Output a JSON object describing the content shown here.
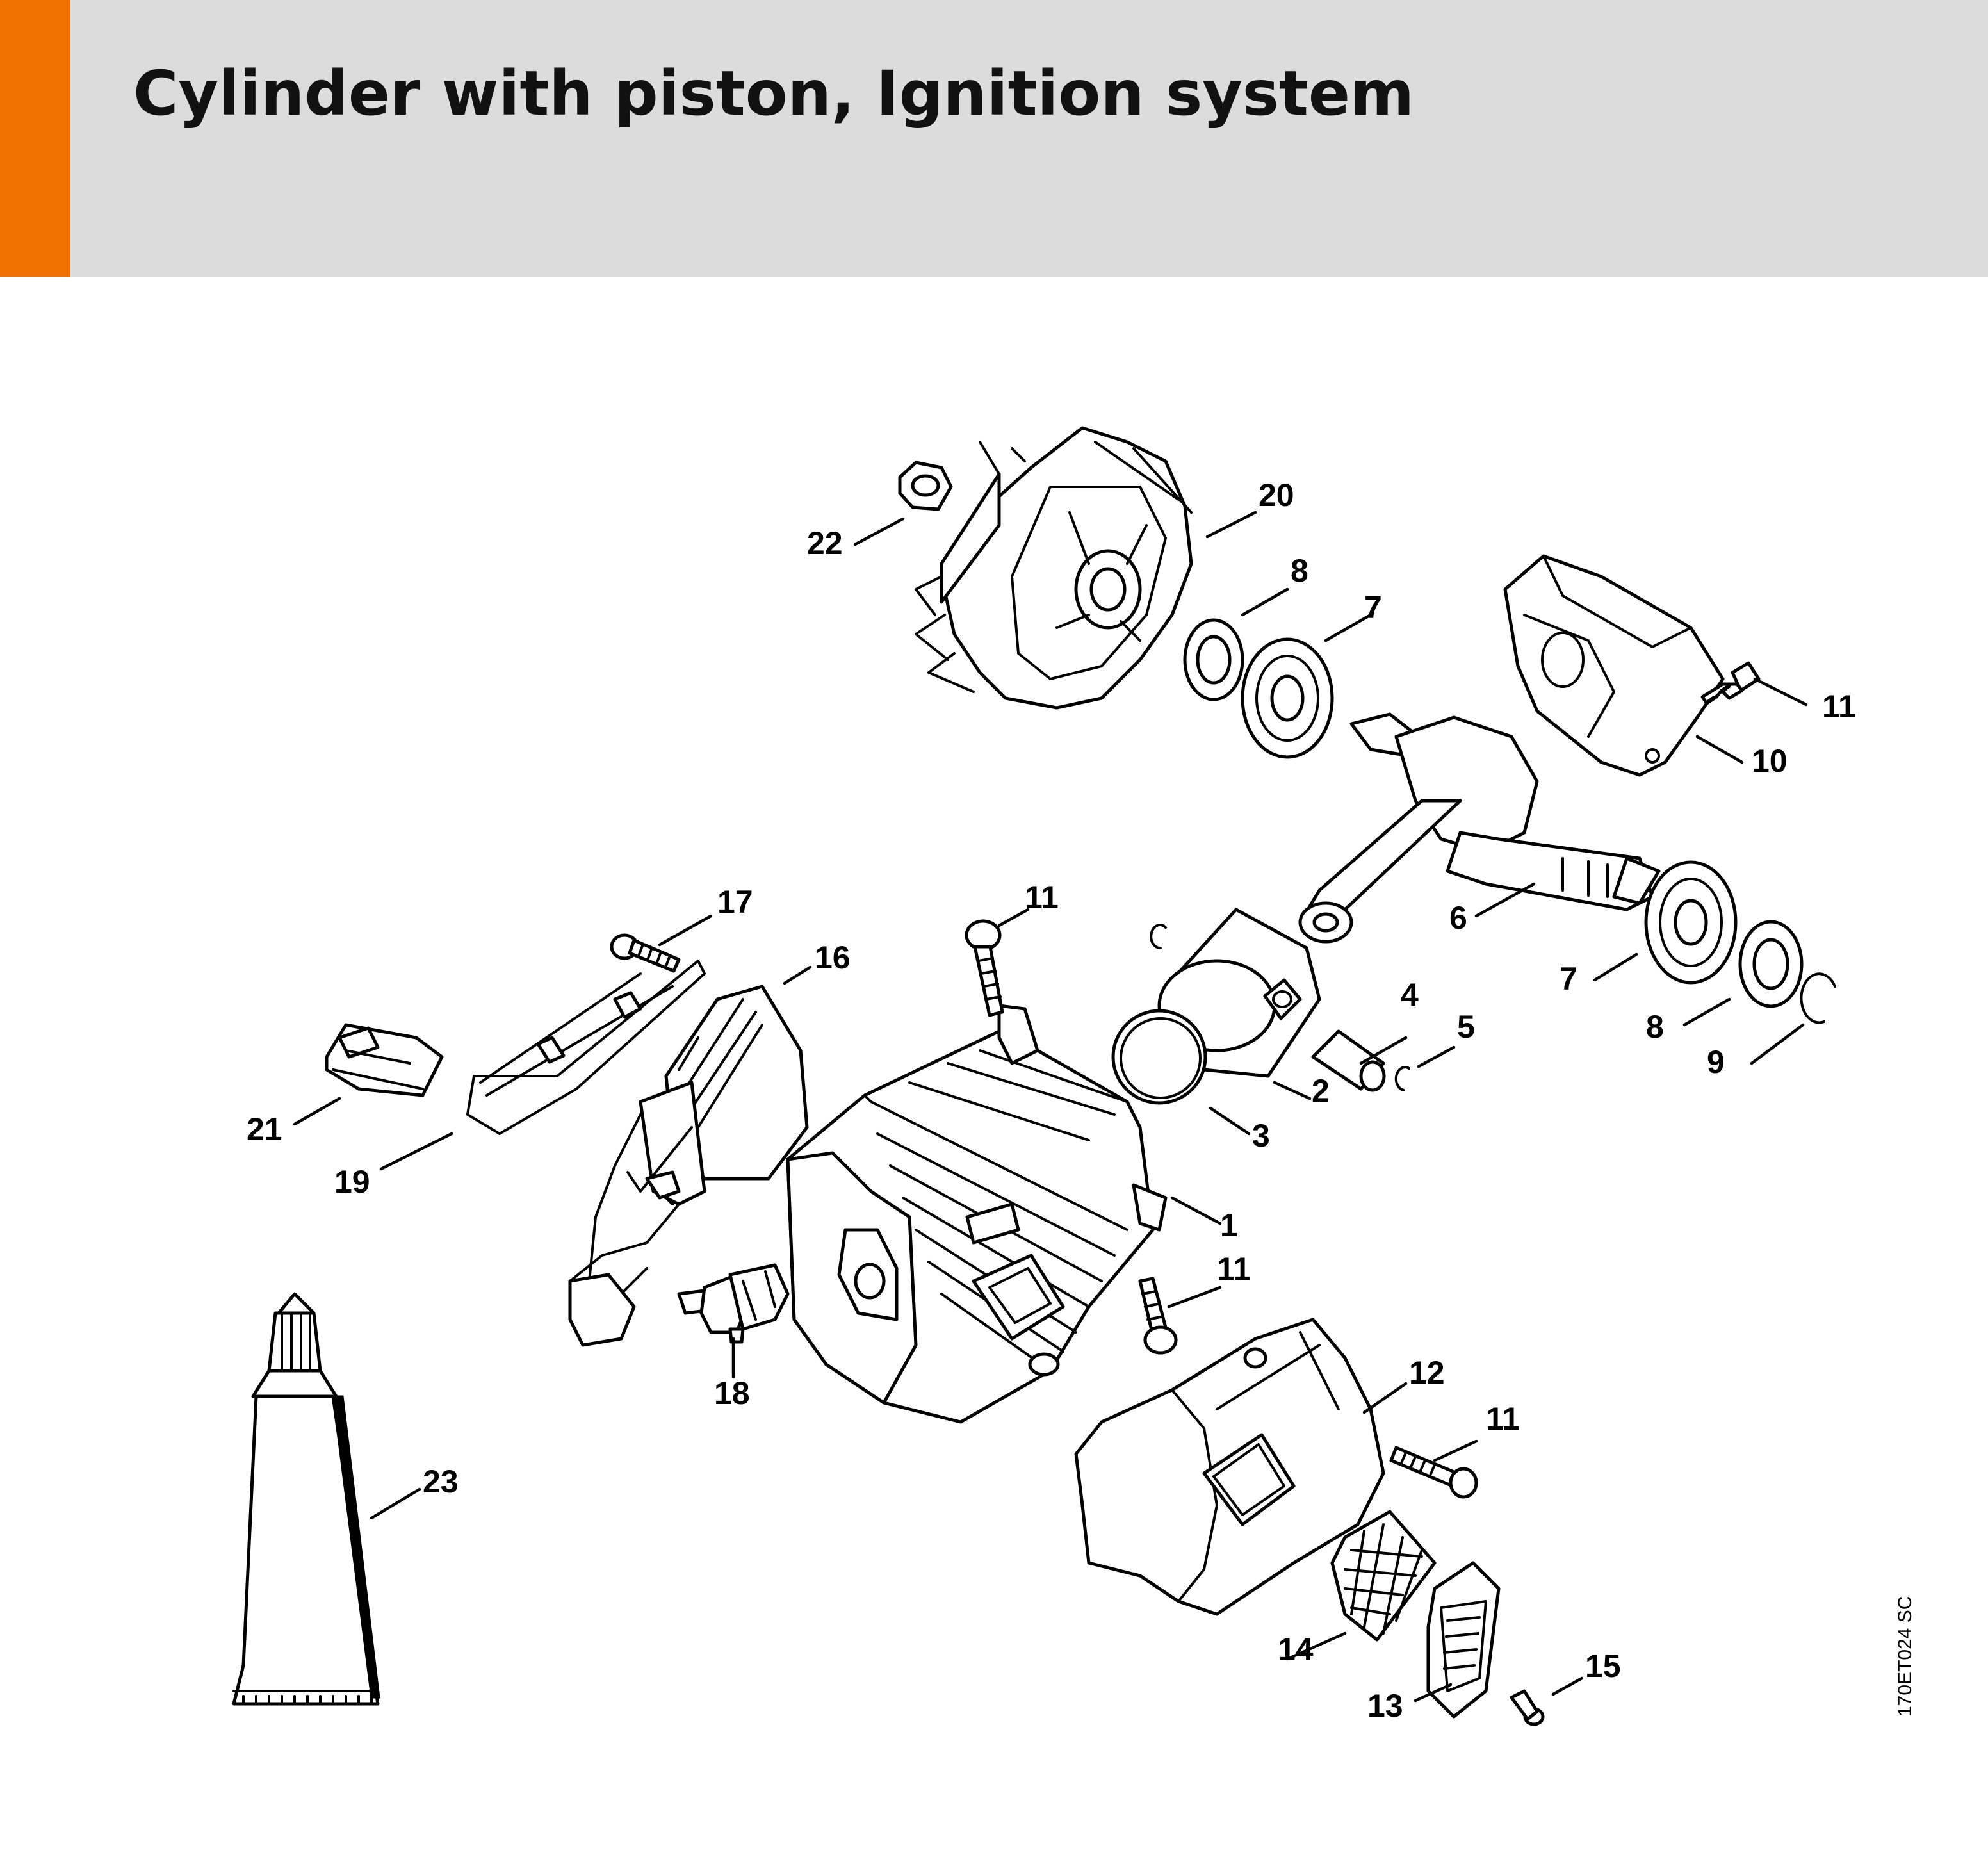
{
  "header": {
    "title": "Cylinder with piston, Ignition system",
    "accent_color": "#f07100",
    "background_color": "#dcdcdc"
  },
  "drawing_reference": "170ET024 SC",
  "callouts": {
    "c1": "1",
    "c2": "2",
    "c3": "3",
    "c4": "4",
    "c5": "5",
    "c6": "6",
    "c7a": "7",
    "c7b": "7",
    "c8a": "8",
    "c8b": "8",
    "c9": "9",
    "c10": "10",
    "c11a": "11",
    "c11b": "11",
    "c11c": "11",
    "c11d": "11",
    "c12": "12",
    "c13": "13",
    "c14": "14",
    "c15": "15",
    "c16": "16",
    "c17": "17",
    "c18": "18",
    "c19": "19",
    "c20": "20",
    "c21": "21",
    "c22": "22",
    "c23": "23"
  }
}
